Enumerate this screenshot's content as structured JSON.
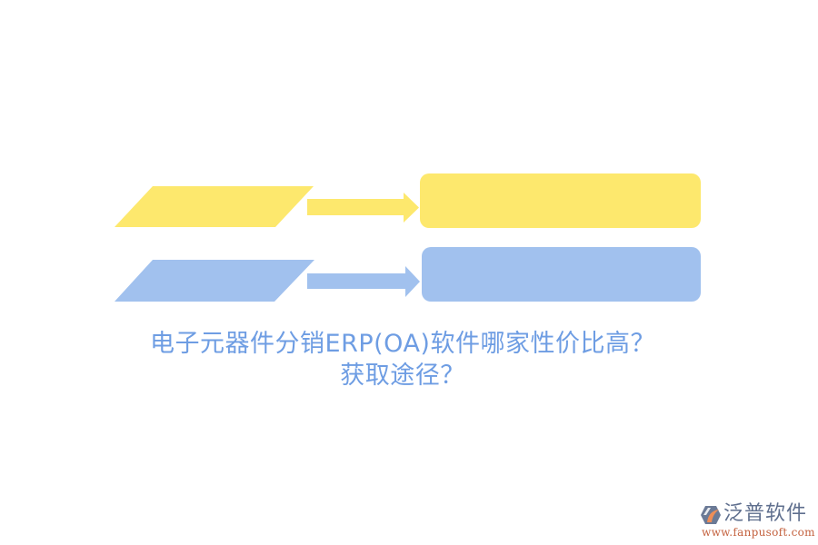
{
  "colors": {
    "yellow": "#FDE86D",
    "blue": "#A1C1EE",
    "title_text": "#6E9DE3",
    "logo_text": "#5F6F8E",
    "logo_url": "#C4623F",
    "logo_icon_gray": "#6B7A96",
    "logo_icon_orange": "#EE8E58",
    "background": "#FFFFFF"
  },
  "diagram": {
    "rows": [
      {
        "color_key": "yellow",
        "input_shape": "parallelogram",
        "connector": "right-arrow",
        "output_shape": "rounded-rectangle",
        "input_label": "",
        "output_label": ""
      },
      {
        "color_key": "blue",
        "input_shape": "parallelogram",
        "connector": "right-arrow",
        "output_shape": "rounded-rectangle",
        "input_label": "",
        "output_label": ""
      }
    ]
  },
  "title": {
    "line1": "电子元器件分销ERP(OA)软件哪家性价比高？",
    "line2": "获取途径？"
  },
  "logo": {
    "icon": "fanpu-logo-icon",
    "name": "泛普软件",
    "url": "www.fanpusoft.com"
  }
}
